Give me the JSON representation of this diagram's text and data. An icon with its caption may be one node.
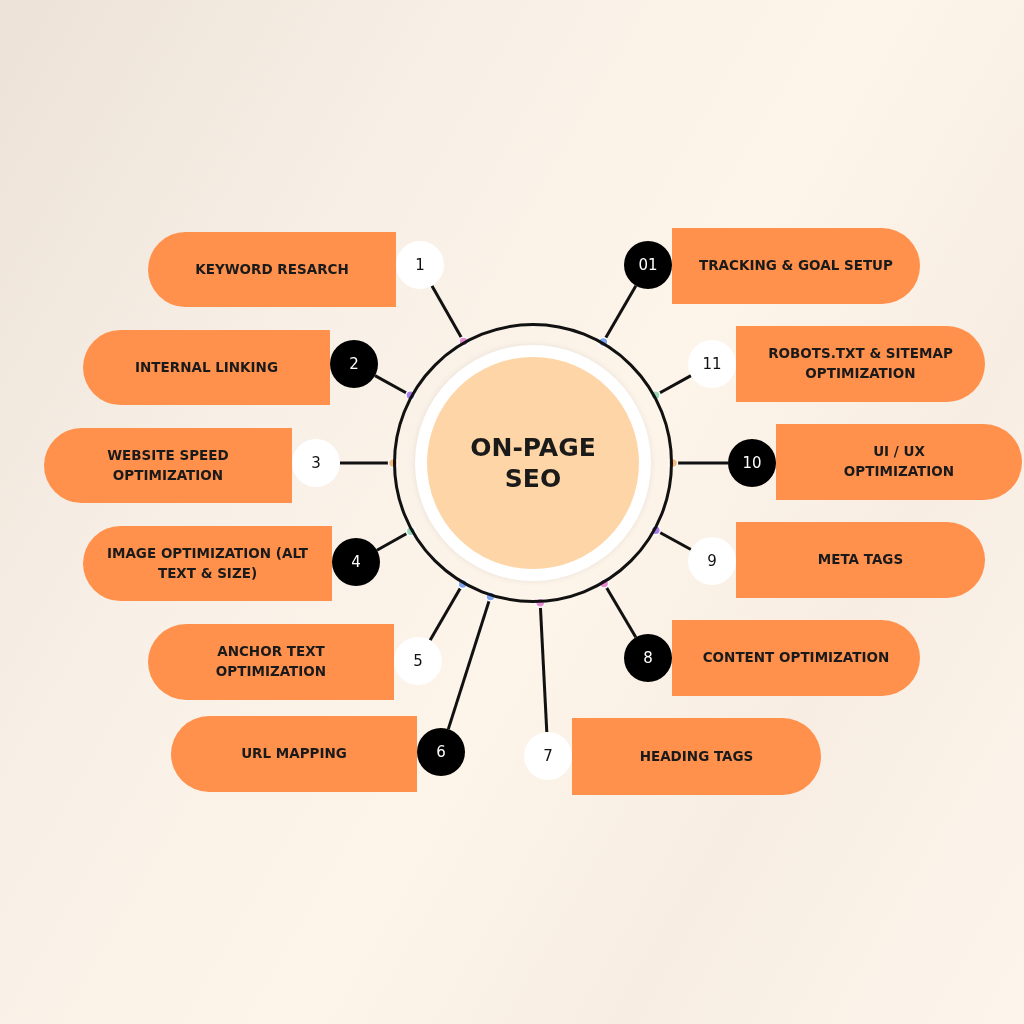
{
  "diagram": {
    "nodes": [
      {
        "text": [
          "ON-PAGE SEO"
        ]
      },
      {
        "text": [
          "KEYWORD RESARCH"
        ]
      },
      {
        "text": [
          "1"
        ]
      },
      {
        "text": [
          "INTERNAL LINKING"
        ]
      },
      {
        "text": [
          "2"
        ]
      },
      {
        "text": [
          "WEBSITE SPEED OPTIMIZATION"
        ]
      },
      {
        "text": [
          "3"
        ]
      },
      {
        "text": [
          "IMAGE OPTIMIZATION (ALT TEXT & SIZE)"
        ]
      },
      {
        "text": [
          "4"
        ]
      },
      {
        "text": [
          "ANCHOR TEXT OPTIMIZATION"
        ]
      },
      {
        "text": [
          "5"
        ]
      },
      {
        "text": [
          "URL MAPPING"
        ]
      },
      {
        "text": [
          "6"
        ]
      },
      {
        "text": [
          "TRACKING & GOAL SETUP"
        ]
      },
      {
        "text": [
          "01"
        ]
      },
      {
        "text": [
          "ROBOTS.TXT & SITEMAP OPTIMIZATION"
        ]
      },
      {
        "text": [
          "11"
        ]
      },
      {
        "text": [
          "UI / UX OPTIMIZATION"
        ]
      },
      {
        "text": [
          "10"
        ]
      },
      {
        "text": [
          "META TAGS"
        ]
      },
      {
        "text": [
          "9"
        ]
      },
      {
        "text": [
          "CONTENT OPTIMIZATION"
        ]
      },
      {
        "text": [
          "8"
        ]
      },
      {
        "text": [
          "HEADING TAGS"
        ]
      },
      {
        "text": [
          "7"
        ]
      }
    ],
    "edges": [
      {
        "from": 2,
        "to": 0,
        "arrow": "other"
      },
      {
        "from": 4,
        "to": 0,
        "arrow": "other"
      },
      {
        "from": 6,
        "to": 0,
        "arrow": "other"
      },
      {
        "from": 8,
        "to": 0,
        "arrow": "other"
      },
      {
        "from": 10,
        "to": 0,
        "arrow": "other"
      },
      {
        "from": 12,
        "to": 0,
        "arrow": "other"
      },
      {
        "from": 14,
        "to": 0,
        "arrow": "other"
      },
      {
        "from": 16,
        "to": 0,
        "arrow": "other"
      },
      {
        "from": 18,
        "to": 0,
        "arrow": "other"
      },
      {
        "from": 20,
        "to": 0,
        "arrow": "other"
      },
      {
        "from": 22,
        "to": 0,
        "arrow": "other"
      },
      {
        "from": 24,
        "to": 0,
        "arrow": "other"
      }
    ]
  }
}
